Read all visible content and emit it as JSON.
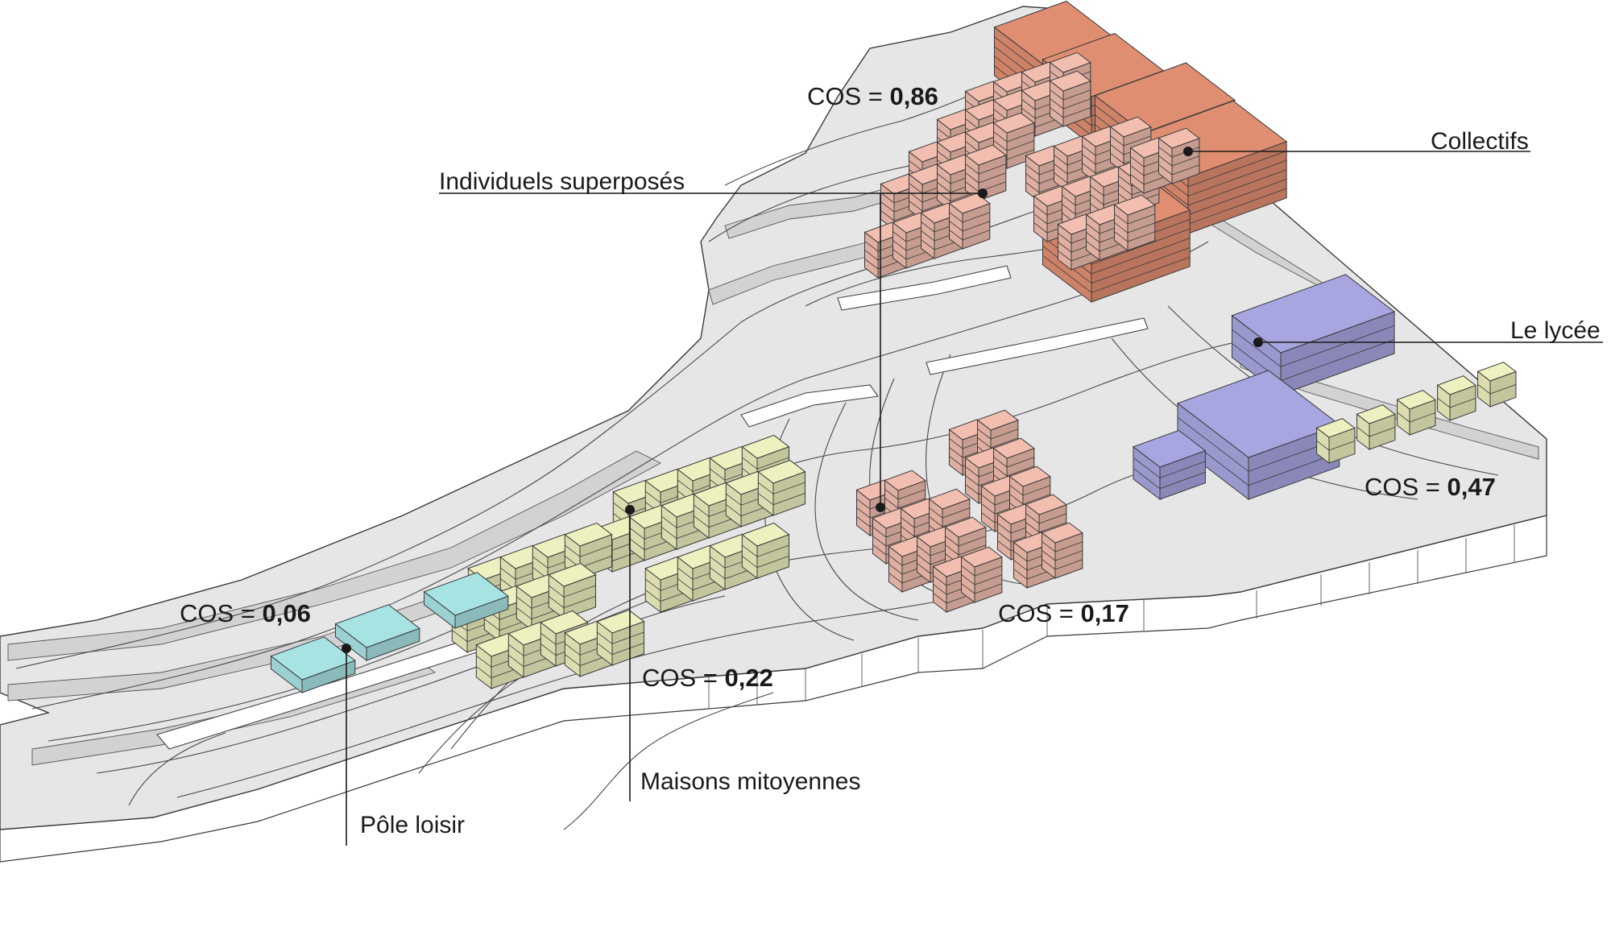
{
  "labels": {
    "collectifs": "Collectifs",
    "individuels": "Individuels superposés",
    "lycee": "Le lycée",
    "maisons": "Maisons mitoyennes",
    "pole": "Pôle loisir"
  },
  "cos": {
    "prefix": "COS = ",
    "collectifs": "0,86",
    "lycee": "0,47",
    "individuels": "0,17",
    "maisons": "0,22",
    "pole": "0,06"
  },
  "colors": {
    "collectifs": "#e08e72",
    "individuels": "#f2beb0",
    "lycee": "#a7a6e0",
    "maisons": "#eef0bf",
    "pole": "#a8e3e3",
    "terrain": "#e6e6e6"
  }
}
